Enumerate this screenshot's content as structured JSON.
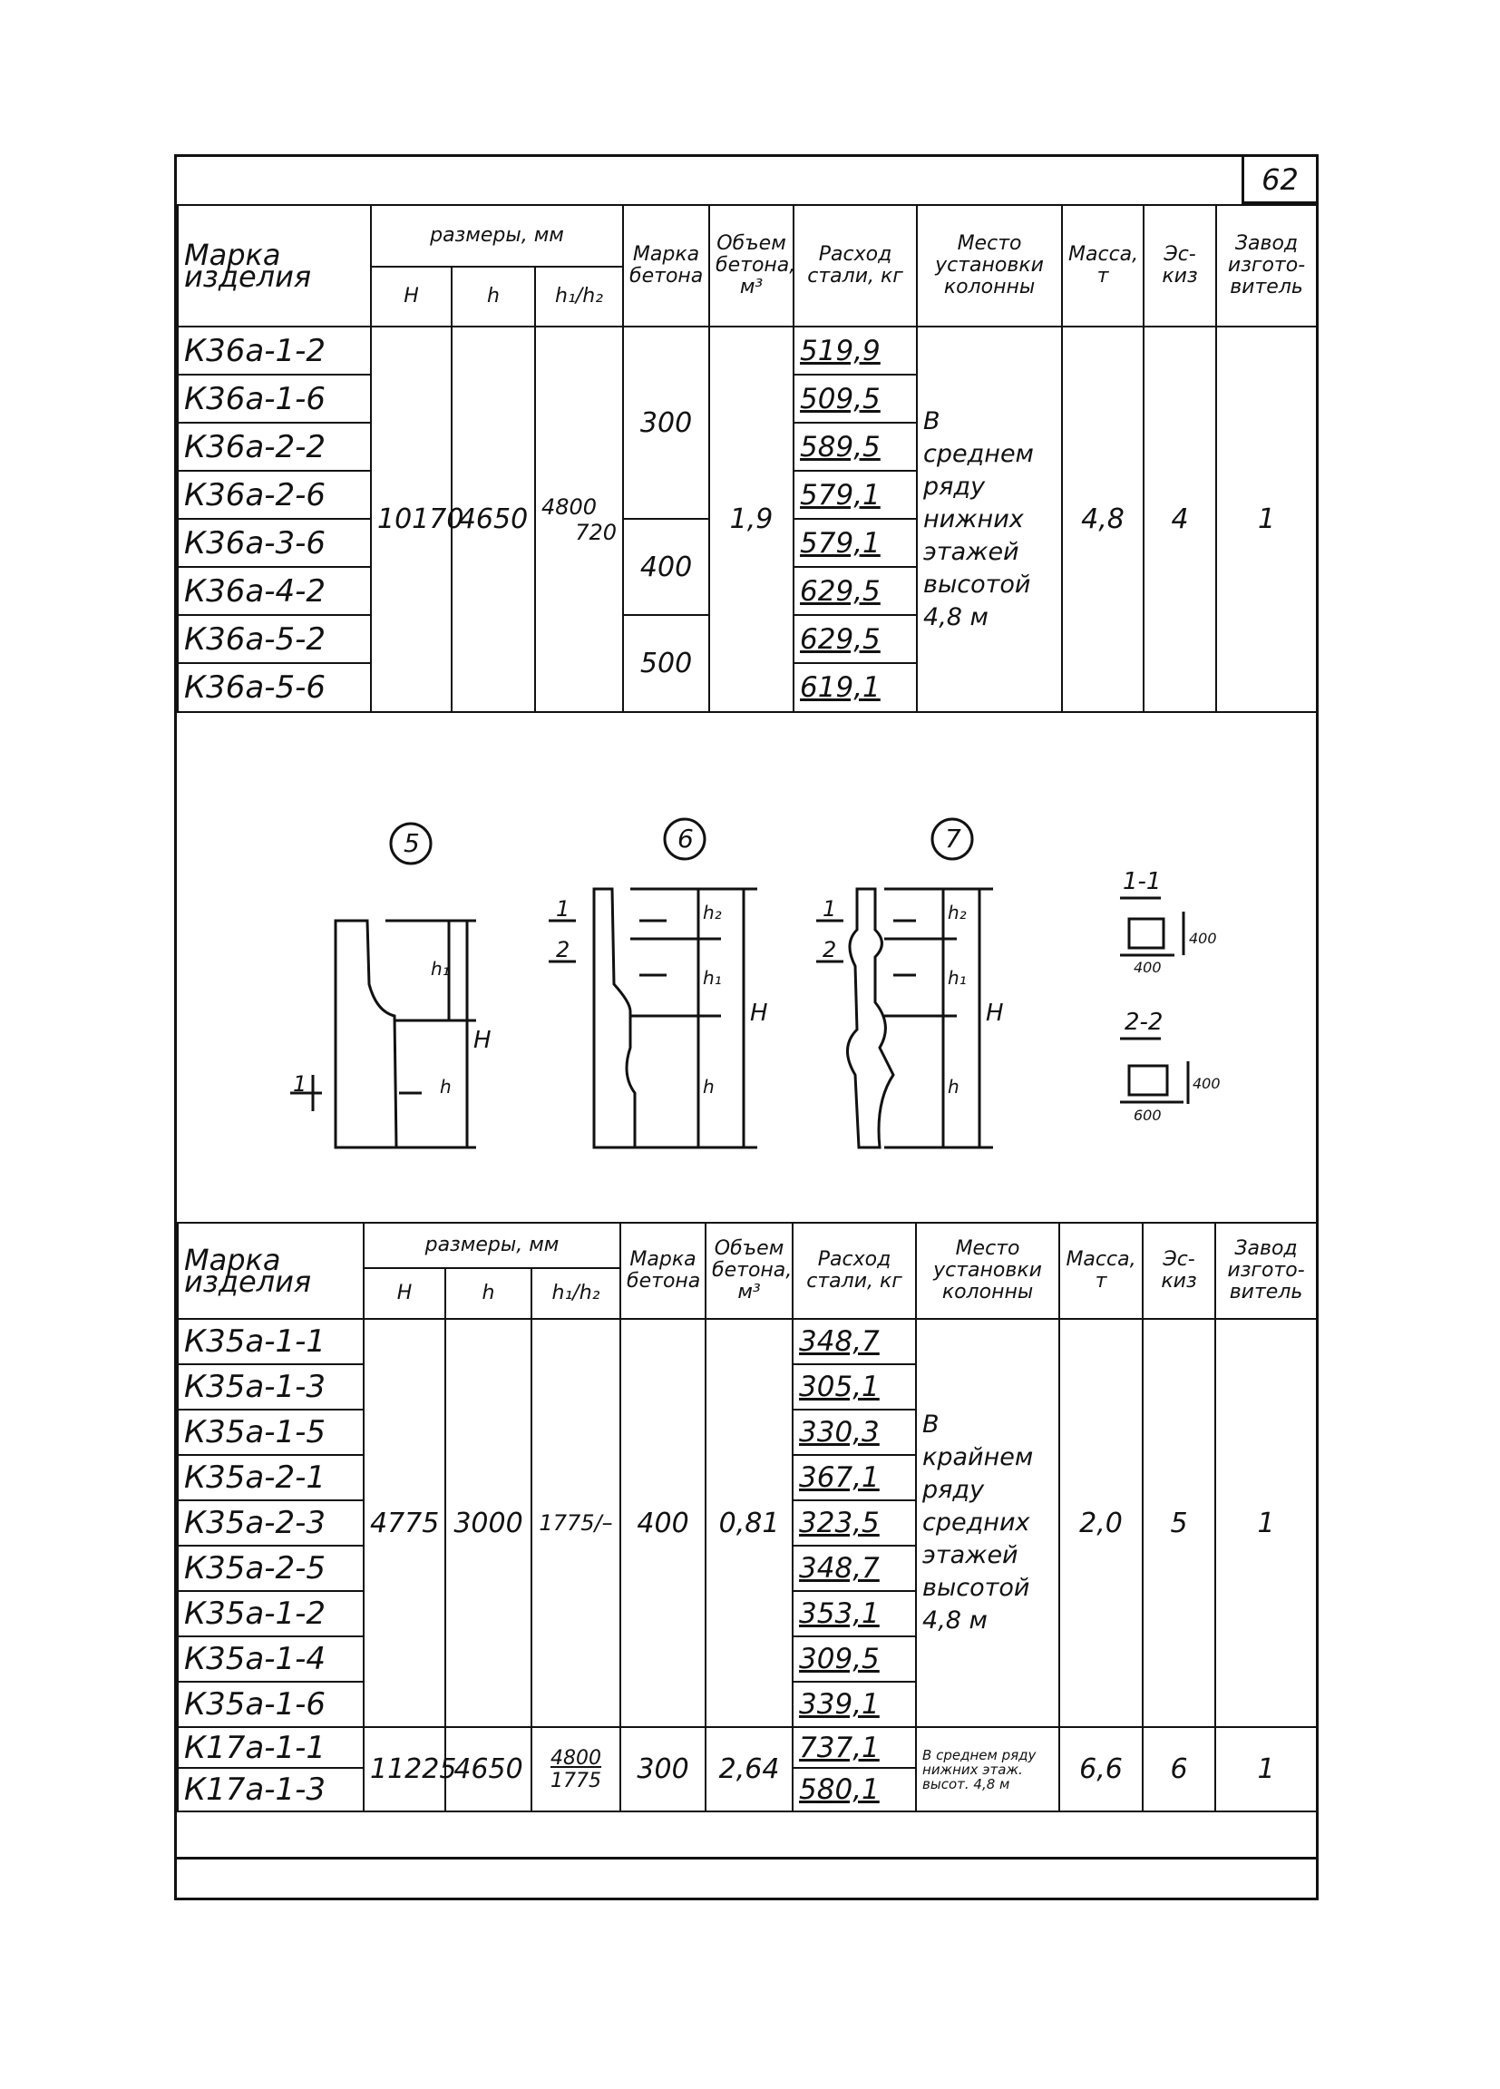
{
  "page_number": "62",
  "headers": {
    "mark": "Марка изделия",
    "sizes": "размеры, мм",
    "H": "H",
    "h": "h",
    "h1h2": "h₁/h₂",
    "concrete": "Марка бетона",
    "volume": "Объем бетона, м³",
    "steel": "Расход стали, кг",
    "place": "Место установки колонны",
    "mass": "Масса, т",
    "sketch": "Эс-киз",
    "plant": "Завод изгото-витель"
  },
  "table1": {
    "marks": [
      "К36а-1-2",
      "К36а-1-6",
      "К36а-2-2",
      "К36а-2-6",
      "К36а-3-6",
      "К36а-4-2",
      "К36а-5-2",
      "К36а-5-6"
    ],
    "H": "10170",
    "h": "4650",
    "h1": "4800",
    "h2": "720",
    "concrete": [
      "300",
      "400",
      "500"
    ],
    "volume": "1,9",
    "steel": [
      "519,9",
      "509,5",
      "589,5",
      "579,1",
      "579,1",
      "629,5",
      "629,5",
      "619,1"
    ],
    "place": "В среднем ряду нижних этажей высотой 4,8 м",
    "mass": "4,8",
    "sketch": "4",
    "plant": "1"
  },
  "drawings": {
    "labels": [
      "5",
      "6",
      "7"
    ],
    "section1": "1-1",
    "section2": "2-2",
    "dim400a": "400",
    "dim400b": "400",
    "dim600": "600",
    "dim400c": "400",
    "cut1": "1",
    "cut2": "2",
    "H": "H",
    "h": "h",
    "h1": "h₁",
    "h2": "h₂"
  },
  "table2": {
    "marks": [
      "К35а-1-1",
      "К35а-1-3",
      "К35а-1-5",
      "К35а-2-1",
      "К35а-2-3",
      "К35а-2-5",
      "К35а-1-2",
      "К35а-1-4",
      "К35а-1-6"
    ],
    "H": "4775",
    "h": "3000",
    "h1h2": "1775/–",
    "concrete": "400",
    "volume": "0,81",
    "steel": [
      "348,7",
      "305,1",
      "330,3",
      "367,1",
      "323,5",
      "348,7",
      "353,1",
      "309,5",
      "339,1"
    ],
    "place": "В крайнем ряду средних этажей высотой 4,8 м",
    "mass": "2,0",
    "sketch": "5",
    "plant": "1",
    "k17": {
      "marks": [
        "К17а-1-1",
        "К17а-1-3"
      ],
      "H": "11225",
      "h": "4650",
      "h1": "4800",
      "h2": "1775",
      "concrete": "300",
      "volume": "2,64",
      "steel": [
        "737,1",
        "580,1"
      ],
      "place": "В среднем ряду нижних этаж. высот. 4,8 м",
      "mass": "6,6",
      "sketch": "6",
      "plant": "1"
    }
  }
}
